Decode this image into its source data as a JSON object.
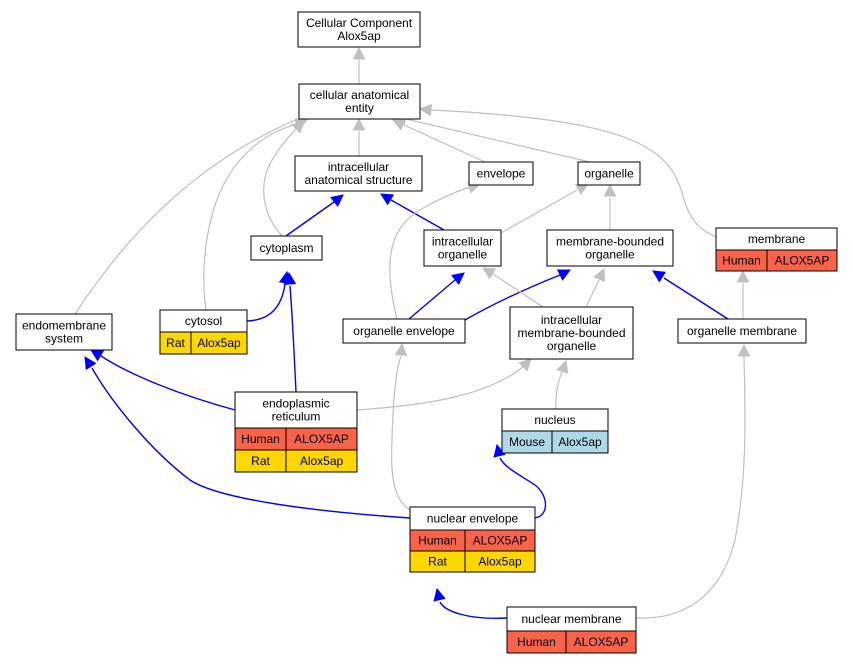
{
  "colors": {
    "human": "#f9634a",
    "rat": "#ffd700",
    "mouse": "#add8e6",
    "is_a_edge": "#c0c0c0",
    "part_of_edge": "#0000ff"
  },
  "nodes": [
    {
      "id": "root",
      "lines": [
        "Cellular Component",
        "Alox5ap"
      ],
      "rows": []
    },
    {
      "id": "cae",
      "lines": [
        "cellular anatomical",
        "entity"
      ],
      "rows": []
    },
    {
      "id": "ias",
      "lines": [
        "intracellular",
        "anatomical structure"
      ],
      "rows": []
    },
    {
      "id": "envelope",
      "lines": [
        "envelope"
      ],
      "rows": []
    },
    {
      "id": "organelle",
      "lines": [
        "organelle"
      ],
      "rows": []
    },
    {
      "id": "cytoplasm",
      "lines": [
        "cytoplasm"
      ],
      "rows": []
    },
    {
      "id": "io",
      "lines": [
        "intracellular",
        "organelle"
      ],
      "rows": []
    },
    {
      "id": "mbo",
      "lines": [
        "membrane-bounded",
        "organelle"
      ],
      "rows": []
    },
    {
      "id": "membrane",
      "lines": [
        "membrane"
      ],
      "rows": [
        {
          "species": "Human",
          "gene": "ALOX5AP",
          "color": "human"
        }
      ]
    },
    {
      "id": "es",
      "lines": [
        "endomembrane",
        "system"
      ],
      "rows": []
    },
    {
      "id": "cytosol",
      "lines": [
        "cytosol"
      ],
      "rows": [
        {
          "species": "Rat",
          "gene": "Alox5ap",
          "color": "rat"
        }
      ]
    },
    {
      "id": "oe",
      "lines": [
        "organelle envelope"
      ],
      "rows": []
    },
    {
      "id": "imbo",
      "lines": [
        "intracellular",
        "membrane-bounded",
        "organelle"
      ],
      "rows": []
    },
    {
      "id": "om",
      "lines": [
        "organelle membrane"
      ],
      "rows": []
    },
    {
      "id": "er",
      "lines": [
        "endoplasmic",
        "reticulum"
      ],
      "rows": [
        {
          "species": "Human",
          "gene": "ALOX5AP",
          "color": "human"
        },
        {
          "species": "Rat",
          "gene": "Alox5ap",
          "color": "rat"
        }
      ]
    },
    {
      "id": "nucleus",
      "lines": [
        "nucleus"
      ],
      "rows": [
        {
          "species": "Mouse",
          "gene": "Alox5ap",
          "color": "mouse"
        }
      ]
    },
    {
      "id": "ne",
      "lines": [
        "nuclear envelope"
      ],
      "rows": [
        {
          "species": "Human",
          "gene": "ALOX5AP",
          "color": "human"
        },
        {
          "species": "Rat",
          "gene": "Alox5ap",
          "color": "rat"
        }
      ]
    },
    {
      "id": "nm",
      "lines": [
        "nuclear membrane"
      ],
      "rows": [
        {
          "species": "Human",
          "gene": "ALOX5AP",
          "color": "human"
        }
      ]
    }
  ],
  "edges": [
    {
      "from": "cae",
      "to": "root",
      "kind": "is_a"
    },
    {
      "from": "ias",
      "to": "cae",
      "kind": "is_a"
    },
    {
      "from": "envelope",
      "to": "cae",
      "kind": "is_a"
    },
    {
      "from": "organelle",
      "to": "cae",
      "kind": "is_a"
    },
    {
      "from": "cytoplasm",
      "to": "cae",
      "kind": "is_a"
    },
    {
      "from": "membrane",
      "to": "cae",
      "kind": "is_a"
    },
    {
      "from": "es",
      "to": "cae",
      "kind": "is_a"
    },
    {
      "from": "cytosol",
      "to": "cae",
      "kind": "is_a"
    },
    {
      "from": "cytoplasm",
      "to": "ias",
      "kind": "part_of"
    },
    {
      "from": "io",
      "to": "ias",
      "kind": "part_of"
    },
    {
      "from": "io",
      "to": "organelle",
      "kind": "is_a"
    },
    {
      "from": "mbo",
      "to": "organelle",
      "kind": "is_a"
    },
    {
      "from": "oe",
      "to": "envelope",
      "kind": "is_a"
    },
    {
      "from": "cytosol",
      "to": "cytoplasm",
      "kind": "part_of"
    },
    {
      "from": "er",
      "to": "cytoplasm",
      "kind": "part_of"
    },
    {
      "from": "oe",
      "to": "io",
      "kind": "part_of"
    },
    {
      "from": "oe",
      "to": "mbo",
      "kind": "part_of"
    },
    {
      "from": "imbo",
      "to": "io",
      "kind": "is_a"
    },
    {
      "from": "imbo",
      "to": "mbo",
      "kind": "is_a"
    },
    {
      "from": "om",
      "to": "mbo",
      "kind": "part_of"
    },
    {
      "from": "om",
      "to": "membrane",
      "kind": "is_a"
    },
    {
      "from": "er",
      "to": "es",
      "kind": "part_of"
    },
    {
      "from": "ne",
      "to": "es",
      "kind": "part_of"
    },
    {
      "from": "er",
      "to": "imbo",
      "kind": "is_a"
    },
    {
      "from": "nucleus",
      "to": "imbo",
      "kind": "is_a"
    },
    {
      "from": "ne",
      "to": "oe",
      "kind": "is_a"
    },
    {
      "from": "ne",
      "to": "nucleus",
      "kind": "part_of"
    },
    {
      "from": "nm",
      "to": "ne",
      "kind": "part_of"
    },
    {
      "from": "nm",
      "to": "om",
      "kind": "is_a"
    }
  ]
}
